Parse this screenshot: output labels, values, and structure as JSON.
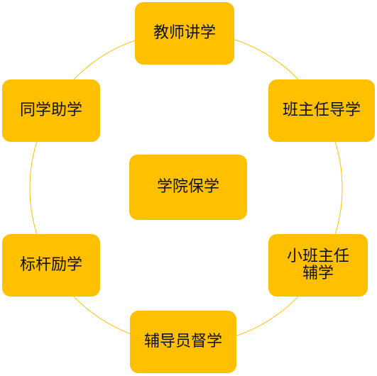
{
  "colors": {
    "node_fill": "#FFC000",
    "ring_stroke": "#FFC000",
    "text": "#111111"
  },
  "center": {
    "label": "学院保学"
  },
  "nodes": [
    {
      "id": "top",
      "label": "教师讲学"
    },
    {
      "id": "top-right",
      "label": "班主任导学"
    },
    {
      "id": "right",
      "label": "小班主任辅学"
    },
    {
      "id": "bottom",
      "label": "辅导员督学"
    },
    {
      "id": "left",
      "label": "标杆励学"
    },
    {
      "id": "top-left",
      "label": "同学助学"
    }
  ]
}
